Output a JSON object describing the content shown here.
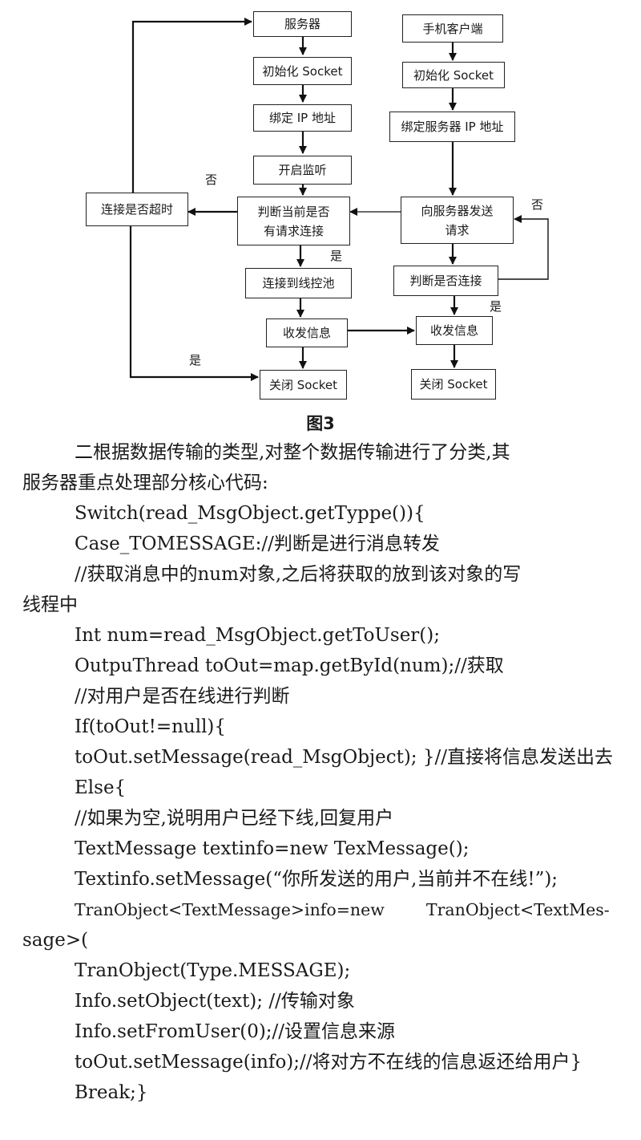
{
  "flowchart": {
    "server": {
      "start": "服务器",
      "init": "初始化 Socket",
      "bind": "绑定 IP 地址",
      "listen": "开启监听",
      "check_line1": "判断当前是否",
      "check_line2": "有请求连接",
      "pool": "连接到线控池",
      "recv": "收发信息",
      "close": "关闭 Socket",
      "timeout": "连接是否超时"
    },
    "client": {
      "start": "手机客户端",
      "init": "初始化 Socket",
      "bind": "绑定服务器 IP 地址",
      "send_line1": "向服务器发送",
      "send_line2": "请求",
      "check": "判断是否连接",
      "recv": "收发信息",
      "close": "关闭 Socket"
    },
    "labels": {
      "no_left": "否",
      "yes_check": "是",
      "no_right": "否",
      "yes_right": "是",
      "yes_timeout": "是"
    }
  },
  "caption": "图3",
  "lines": [
    "二根据数据传输的类型,对整个数据传输进行了分类,其",
    "服务器重点处理部分核心代码:",
    "Switch(read_MsgObject.getTyppe()){",
    "Case_TOMESSAGE://判断是进行消息转发",
    "//获取消息中的num对象,之后将获取的放到该对象的写",
    "线程中",
    "Int num=read_MsgObject.getToUser();",
    "OutpuThread toOut=map.getById(num);//获取",
    "//对用户是否在线进行判断",
    "If(toOut!=null){",
    "toOut.setMessage(read_MsgObject); }//直接将信息发送出去",
    "Else{",
    "//如果为空,说明用户已经下线,回复用户",
    "TextMessage textinfo=new TexMessage();",
    "Textinfo.setMessage(“你所发送的用户,当前并不在线!”);",
    "TranObject<TextMessage>info=new        TranObject<TextMes-",
    "sage>(",
    "TranObject(Type.MESSAGE);",
    "Info.setObject(text); //传输对象",
    "Info.setFromUser(0);//设置信息来源",
    "toOut.setMessage(info);//将对方不在线的信息返还给用户}",
    "Break;}"
  ]
}
